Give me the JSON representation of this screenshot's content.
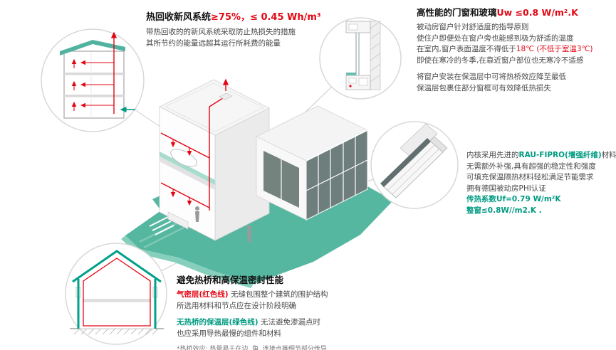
{
  "colors": {
    "accent_red": "#e30613",
    "accent_teal": "#009b82",
    "ground_teal": "#56b7a1"
  },
  "sections": {
    "heat_recovery": {
      "title_black": "热回收新风系统",
      "title_red": "≥75%，≤ 0.45 Wh/m³",
      "desc": [
        "带热回收的的新风系统采取防止热损失的措施",
        "其所节约的能量远超其运行所耗费的能量"
      ]
    },
    "windows": {
      "title_black": "高性能的门窗和玻璃",
      "title_red": "Uw ≤0.8 W/m².K",
      "line1": "被动房窗户针对舒适度的指导原则",
      "line2": "使住户即便处在窗户旁也能感到极为舒适的温度",
      "line3_black": "在室内,窗户表面温度不得低于",
      "line3_red": "18℃ (不低于室温3℃)",
      "line4": "即使在寒冷的冬季,在靠近窗户部位也无寒冷不适感",
      "line5": "将窗户安装在保温层中可将热桥效应降至最低",
      "line6": "保温层包裹住部分窗框可有效降低热损失"
    },
    "profile": {
      "line1_pre": "内核采用先进的",
      "line1_highlight": "RAU-FIPRO(增强纤维)",
      "line1_post": "材料",
      "line2": "无需额外补强,具有超强的稳定性和强度",
      "line3": "可填充保温隔热材料轻松满足节能需求",
      "line4": "拥有德国被动房PHI认证",
      "spec1": "传热系数Uf=0.79 W/m²K",
      "spec2": "整窗≤0.8W//m2.K ."
    },
    "thermal_bridge": {
      "title": "避免热桥和高保温密封性能",
      "line1_highlight": "气密层(红色线)",
      "line1_rest": " 无缝包围整个建筑的围护结构",
      "line2": "所选用材料和节点应在设计阶段明确",
      "line3_highlight": "无热桥的保温层(绿色线)",
      "line3_rest": " 无法避免渗漏点时",
      "line4": "也应采用导热最慢的组件和材料",
      "footnote": "*热桥效应: 热量易于在边, 角, 连接点等细节部分传导"
    }
  },
  "illustrations": {
    "main_house": "passive-house-isometric-cutaway",
    "circle_top_left": "heat-recovery-ventilation-section",
    "circle_top_right": "window-installation-section",
    "circle_right": "window-frame-profile",
    "circle_bottom_left": "thermal-envelope-section"
  }
}
